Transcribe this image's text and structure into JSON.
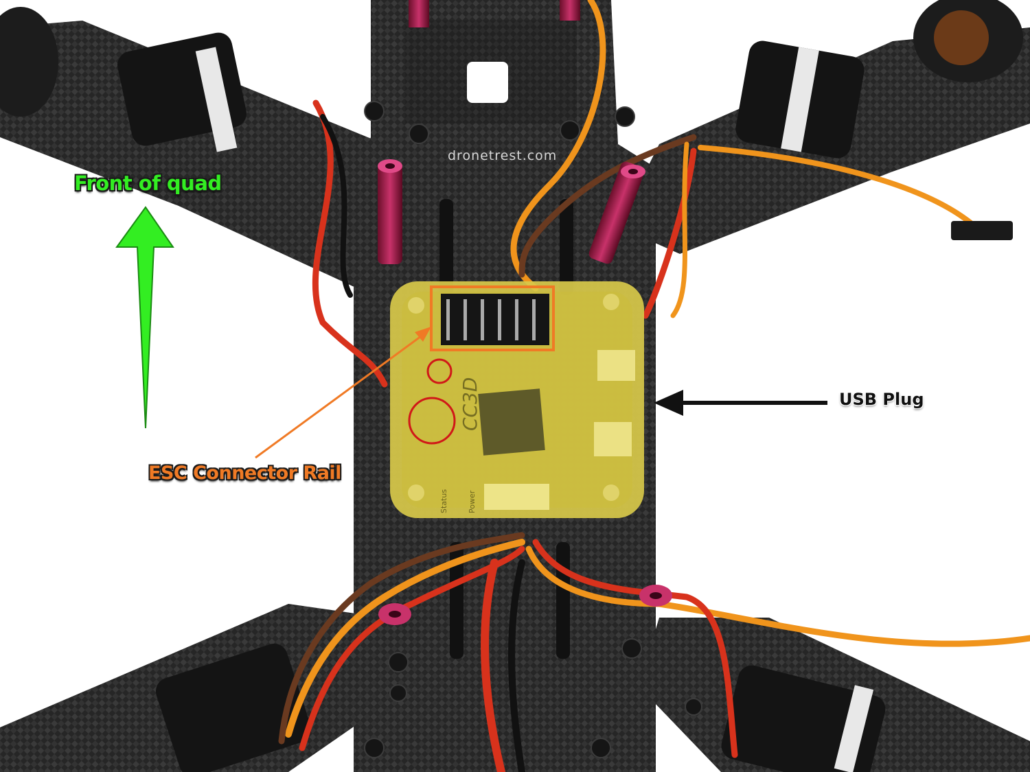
{
  "watermark": "dronetrest.com",
  "annotations": {
    "front": "Front of quad",
    "usb": "USB Plug",
    "esc": "ESC Connector Rail"
  },
  "board": {
    "model": "CC3D",
    "status_label": "Status",
    "power_label": "Power"
  },
  "colors": {
    "background": "#ffffff",
    "carbon_frame": "#2b2b2b",
    "board_case": "#d8c94a",
    "front_arrow": "#33ee22",
    "esc_highlight": "#f07a25",
    "callout_circles": "#d01818"
  }
}
